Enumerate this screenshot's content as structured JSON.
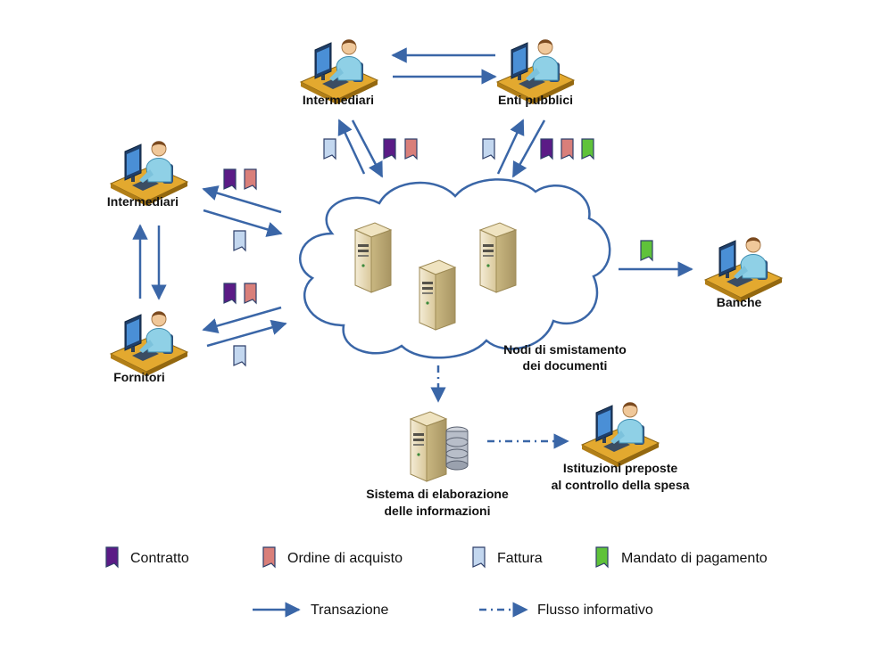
{
  "nodes": {
    "intermediari_top": "Intermediari",
    "enti_pubblici": "Enti pubblici",
    "intermediari_left": "Intermediari",
    "fornitori": "Fornitori",
    "banche": "Banche",
    "nodi_line1": "Nodi di smistamento",
    "nodi_line2": "dei documenti",
    "sistema_line1": "Sistema di elaborazione",
    "sistema_line2": "delle informazioni",
    "istituzioni_line1": "Istituzioni preposte",
    "istituzioni_line2": "al controllo  della spesa"
  },
  "legend": {
    "contratto": "Contratto",
    "ordine": "Ordine di acquisto",
    "fattura": "Fattura",
    "mandato": "Mandato di pagamento",
    "transazione": "Transazione",
    "flusso": "Flusso informativo"
  },
  "colors": {
    "arrow": "#3a66a7",
    "contratto": "#5b1b86",
    "ordine": "#d97f7a",
    "fattura": "#c3d7ef",
    "mandato": "#5fc23a",
    "cloud_stroke": "#3a66a7"
  }
}
